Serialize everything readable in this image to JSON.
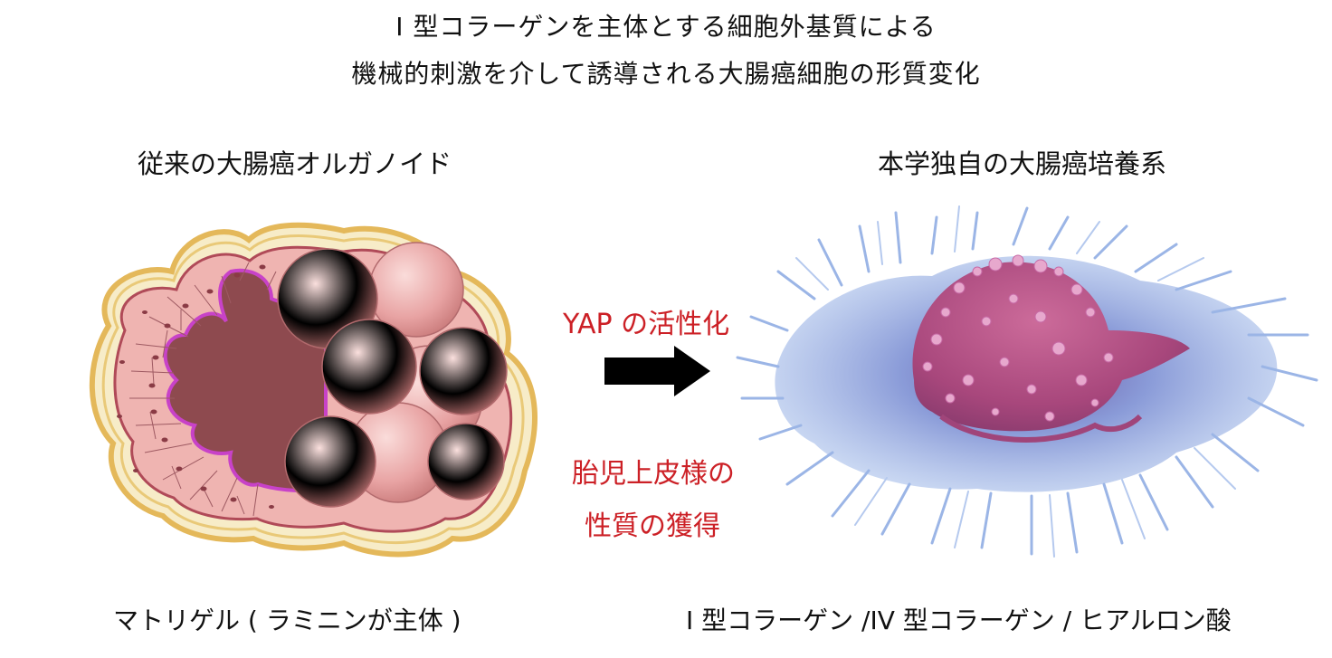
{
  "title": {
    "line1": "I 型コラーゲンを主体とする細胞外基質による",
    "line2": "機械的刺激を介して誘導される大腸癌細胞の形質変化"
  },
  "left": {
    "heading": "従来の大腸癌オルガノイド",
    "caption": "マトリゲル ( ラミニンが主体 )"
  },
  "right": {
    "heading": "本学独自の大腸癌培養系",
    "caption": "I 型コラーゲン /IV 型コラーゲン / ヒアルロン酸"
  },
  "middle": {
    "top_label": "YAP の活性化",
    "bottom_label_1": "胎児上皮様の",
    "bottom_label_2": "性質の獲得"
  },
  "colors": {
    "accent_red": "#cc2026",
    "arrow": "#000000",
    "organoid_pink": "#e9a5a5",
    "organoid_capsule": "#e9c36a",
    "cell_membrane": "#c53fc6",
    "cancer_cell_magenta": "#b84d86",
    "cancer_cell_blue": "#8aa5dd"
  }
}
